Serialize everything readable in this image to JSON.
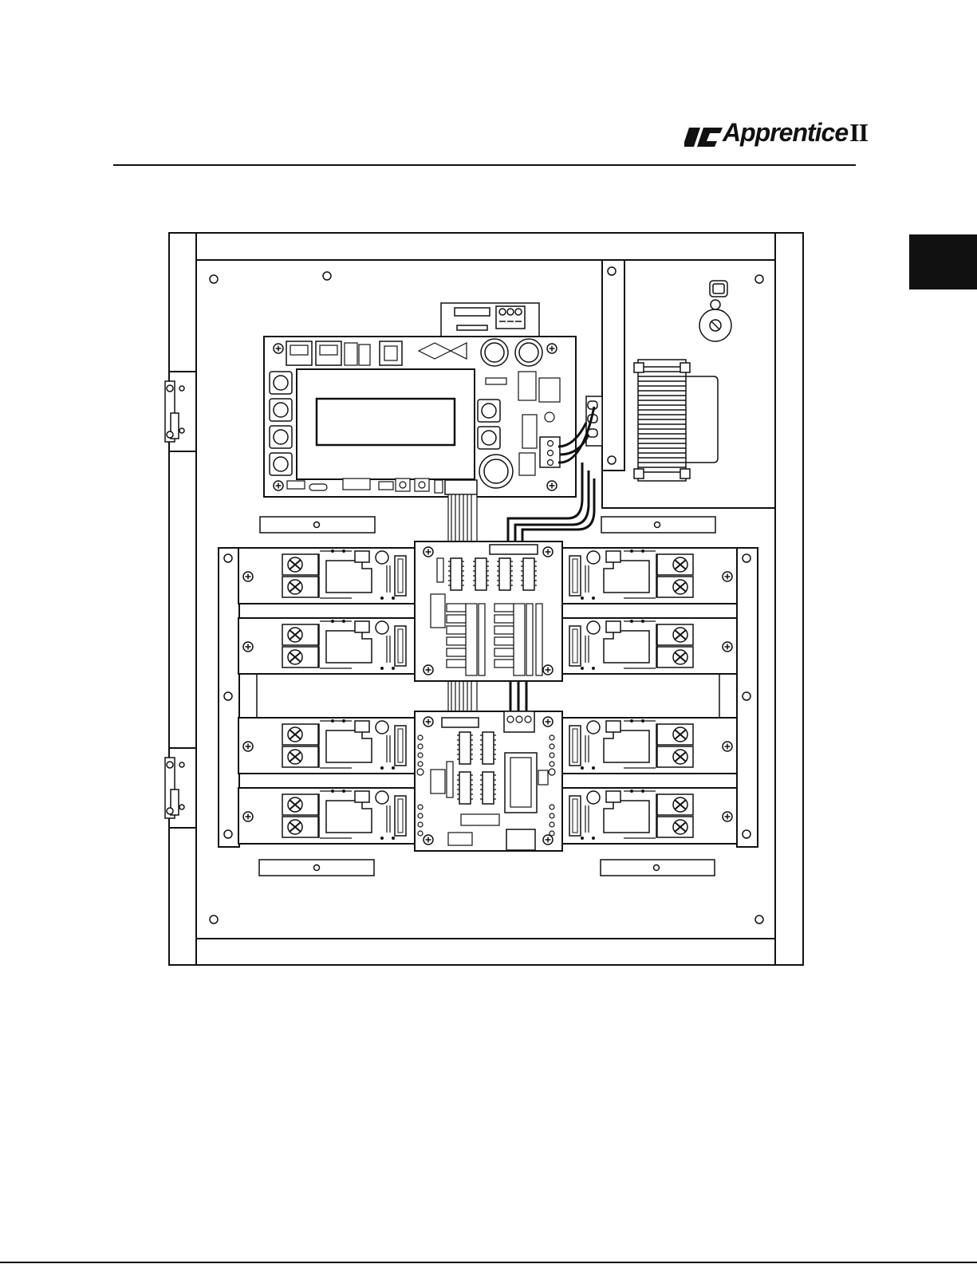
{
  "header": {
    "brand_mark": "IC",
    "product_name": "Apprentice",
    "product_suffix": "II"
  },
  "colors": {
    "ink": "#111111",
    "paper": "#ffffff",
    "tab": "#111111"
  },
  "icons": {
    "logo": "ic-logo-mark",
    "screw": "phillips-screw-icon",
    "mount_hole": "mounting-hole-icon"
  }
}
